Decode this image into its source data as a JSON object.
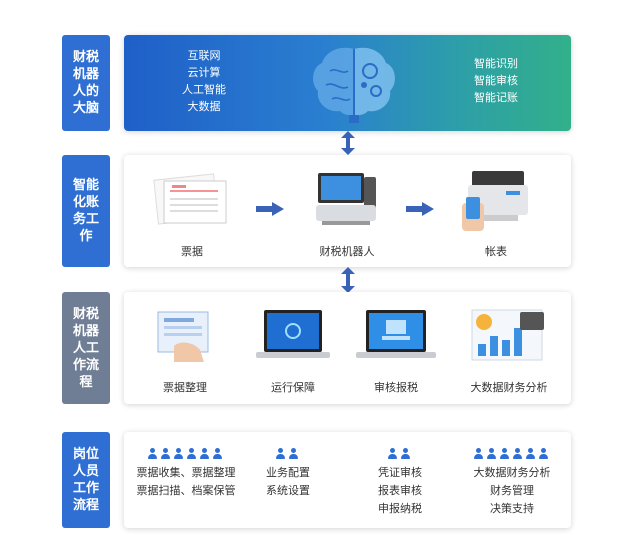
{
  "rows": [
    {
      "label": "财税机器人的大脑",
      "color": "#2f6fd3"
    },
    {
      "label": "智能化账务工作",
      "color": "#2f6fd3"
    },
    {
      "label": "财税机器人工作流程",
      "color": "#6f7e94"
    },
    {
      "label": "岗位人员工作流程",
      "color": "#2f6fd3"
    }
  ],
  "brain": {
    "left_items": [
      "互联网",
      "云计算",
      "人工智能",
      "大数据"
    ],
    "right_items": [
      "智能识别",
      "智能审核",
      "智能记账"
    ]
  },
  "smart_work": {
    "items": [
      "票据",
      "财税机器人",
      "帐表"
    ]
  },
  "robot_flow": {
    "items": [
      "票据整理",
      "运行保障",
      "审核报税",
      "大数据财务分析"
    ]
  },
  "staff_flow": {
    "groups": [
      {
        "people": 6,
        "lines": [
          "票据收集、票据整理",
          "票据扫描、档案保管"
        ]
      },
      {
        "people": 2,
        "lines": [
          "业务配置",
          "系统设置"
        ]
      },
      {
        "people": 2,
        "lines": [
          "凭证审核",
          "报表审核",
          "申报纳税"
        ]
      },
      {
        "people": 6,
        "lines": [
          "大数据财务分析",
          "财务管理",
          "决策支持"
        ]
      }
    ]
  },
  "colors": {
    "accent": "#2f6fd3",
    "arrow": "#3a63b8",
    "gray_label": "#6f7e94"
  }
}
